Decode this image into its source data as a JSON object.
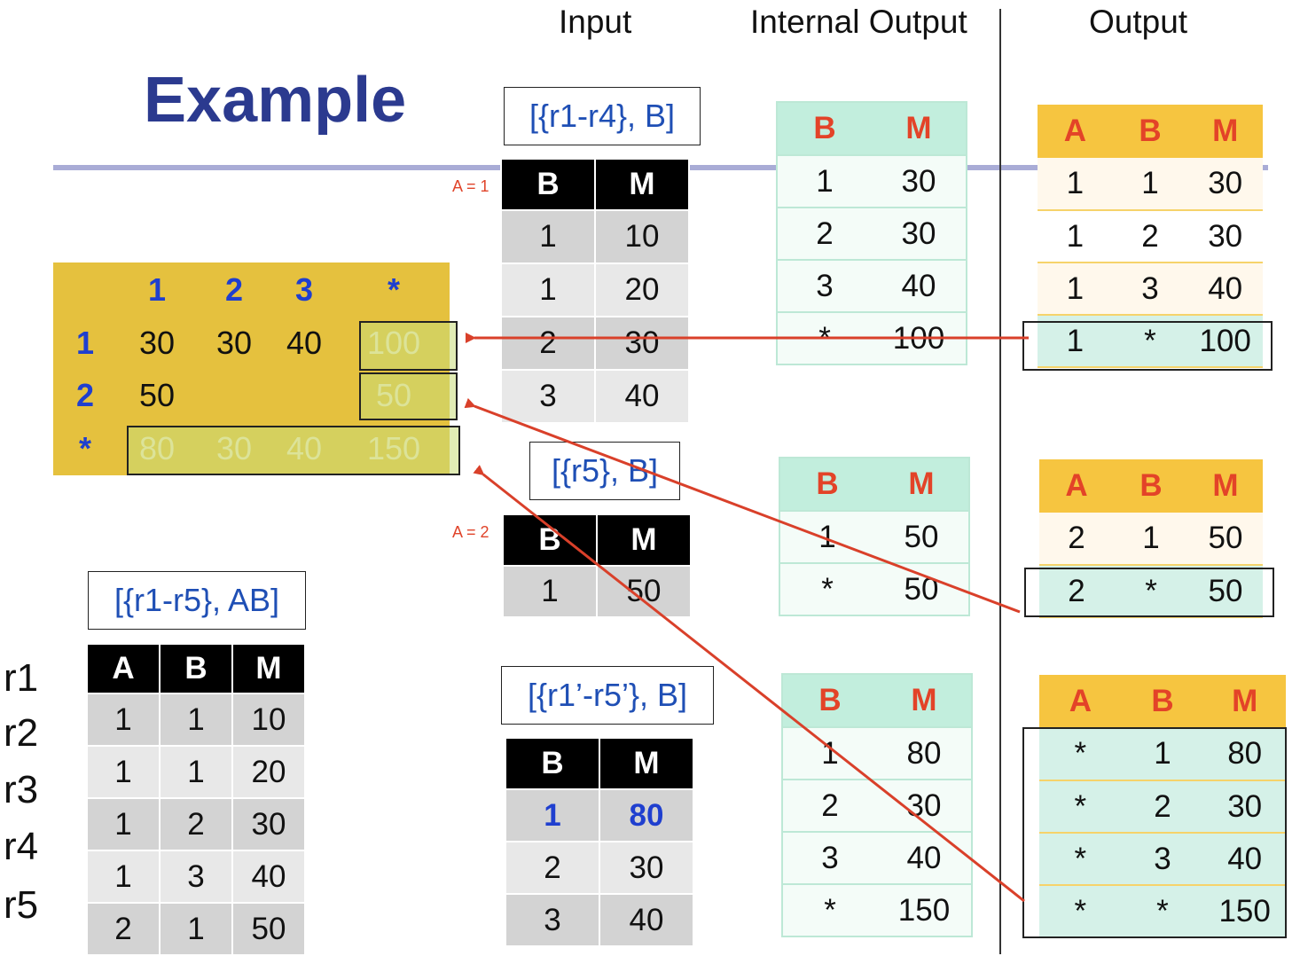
{
  "headers": {
    "input": "Input",
    "internal_output": "Internal Output",
    "output": "Output"
  },
  "title": "Example",
  "labels": {
    "l1": "[{r1-r4}, B]",
    "l2": "[{r5}, B]",
    "l3": "[{r1-r5}, AB]",
    "l4": "[{r1’-r5’}, B]",
    "a1": "A = 1",
    "a2": "A = 2"
  },
  "cube": {
    "col_heads": [
      "1",
      "2",
      "3",
      "*"
    ],
    "row_heads": [
      "1",
      "2",
      "*"
    ],
    "rows": [
      [
        "30",
        "30",
        "40",
        "100"
      ],
      [
        "50",
        "",
        "",
        "50"
      ],
      [
        "80",
        "30",
        "40",
        "150"
      ]
    ]
  },
  "row_labels": [
    "r1",
    "r2",
    "r3",
    "r4",
    "r5"
  ],
  "input1": {
    "headers": [
      "B",
      "M"
    ],
    "rows": [
      [
        "1",
        "10"
      ],
      [
        "1",
        "20"
      ],
      [
        "2",
        "30"
      ],
      [
        "3",
        "40"
      ]
    ]
  },
  "input2": {
    "headers": [
      "B",
      "M"
    ],
    "rows": [
      [
        "1",
        "50"
      ]
    ]
  },
  "input3": {
    "headers": [
      "A",
      "B",
      "M"
    ],
    "rows": [
      [
        "1",
        "1",
        "10"
      ],
      [
        "1",
        "1",
        "20"
      ],
      [
        "1",
        "2",
        "30"
      ],
      [
        "1",
        "3",
        "40"
      ],
      [
        "2",
        "1",
        "50"
      ]
    ]
  },
  "input4": {
    "headers": [
      "B",
      "M"
    ],
    "rows": [
      [
        "1",
        "80"
      ],
      [
        "2",
        "30"
      ],
      [
        "3",
        "40"
      ]
    ]
  },
  "internal1": {
    "headers": [
      "B",
      "M"
    ],
    "rows": [
      [
        "1",
        "30"
      ],
      [
        "2",
        "30"
      ],
      [
        "3",
        "40"
      ],
      [
        "*",
        "100"
      ]
    ]
  },
  "internal2": {
    "headers": [
      "B",
      "M"
    ],
    "rows": [
      [
        "1",
        "50"
      ],
      [
        "*",
        "50"
      ]
    ]
  },
  "internal3": {
    "headers": [
      "B",
      "M"
    ],
    "rows": [
      [
        "1",
        "80"
      ],
      [
        "2",
        "30"
      ],
      [
        "3",
        "40"
      ],
      [
        "*",
        "150"
      ]
    ]
  },
  "output1": {
    "headers": [
      "A",
      "B",
      "M"
    ],
    "rows": [
      [
        "1",
        "1",
        "30"
      ],
      [
        "1",
        "2",
        "30"
      ],
      [
        "1",
        "3",
        "40"
      ],
      [
        "1",
        "*",
        "100"
      ]
    ]
  },
  "output2": {
    "headers": [
      "A",
      "B",
      "M"
    ],
    "rows": [
      [
        "2",
        "1",
        "50"
      ],
      [
        "2",
        "*",
        "50"
      ]
    ]
  },
  "output3": {
    "headers": [
      "A",
      "B",
      "M"
    ],
    "rows": [
      [
        "*",
        "1",
        "80"
      ],
      [
        "*",
        "2",
        "30"
      ],
      [
        "*",
        "3",
        "40"
      ],
      [
        "*",
        "*",
        "150"
      ]
    ]
  },
  "colors": {
    "title": "#2b3a8f",
    "arrow": "#d9402a",
    "cube": "#e5c13e",
    "output_header": "#f6c540",
    "internal_header": "#c2eedd"
  }
}
